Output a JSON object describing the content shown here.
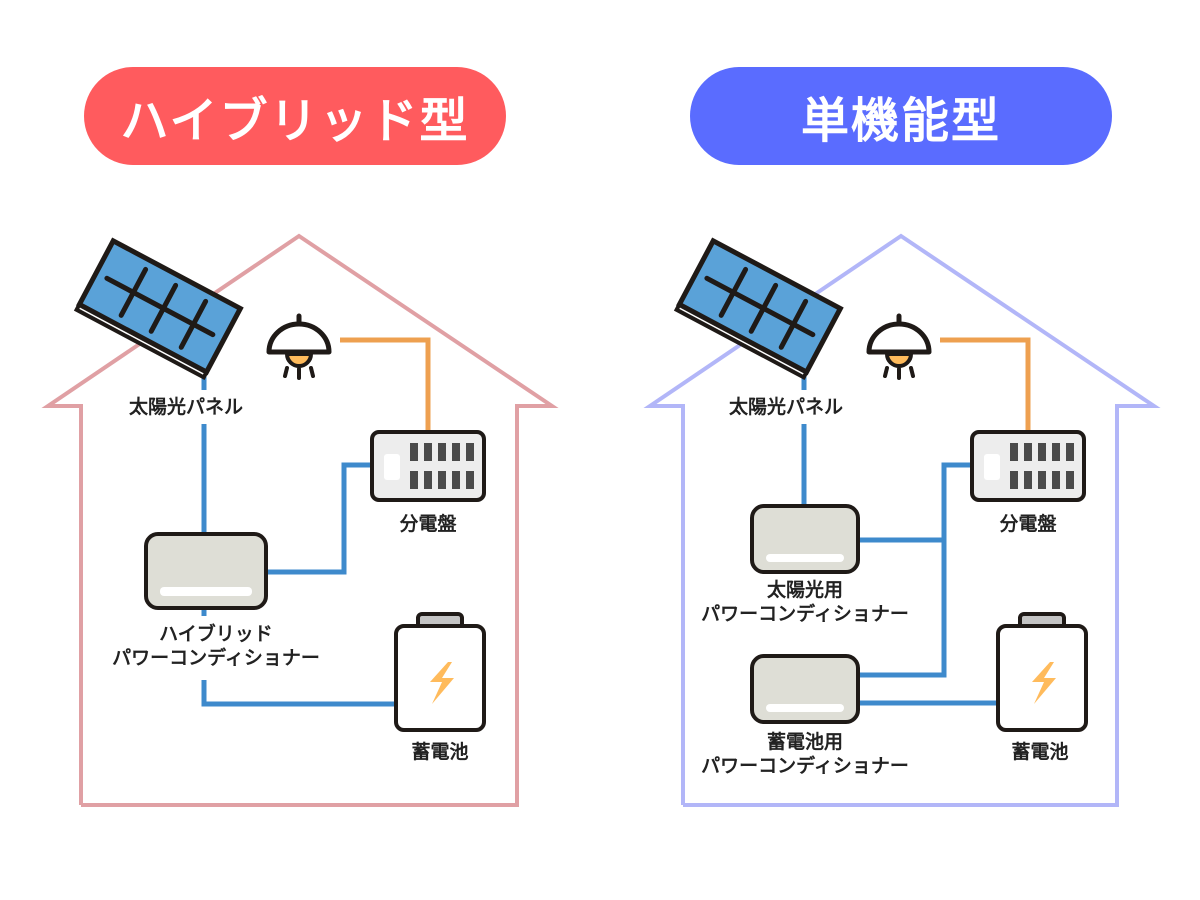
{
  "colors": {
    "hybrid_accent": "#ff5b5e",
    "single_accent": "#5a6cff",
    "hybrid_house": "#e0a0a4",
    "single_house": "#b2b6f8",
    "dc_line": "#3e8acc",
    "ac_line": "#eea050"
  },
  "panels": {
    "hybrid": {
      "title": "ハイブリッド型",
      "labels": {
        "solar_panel": "太陽光パネル",
        "distribution_board": "分電盤",
        "power_conditioner_line1": "ハイブリッド",
        "power_conditioner_line2": "パワーコンディショナー",
        "battery": "蓄電池"
      }
    },
    "single": {
      "title": "単機能型",
      "labels": {
        "solar_panel": "太陽光パネル",
        "distribution_board": "分電盤",
        "solar_pcs_line1": "太陽光用",
        "solar_pcs_line2": "パワーコンディショナー",
        "battery_pcs_line1": "蓄電池用",
        "battery_pcs_line2": "パワーコンディショナー",
        "battery": "蓄電池"
      }
    }
  }
}
